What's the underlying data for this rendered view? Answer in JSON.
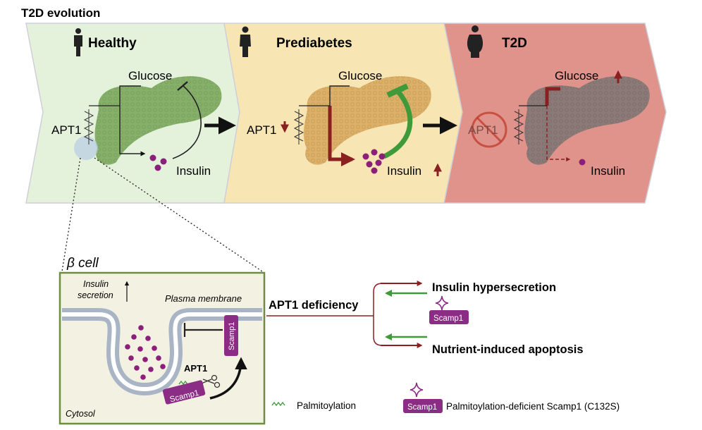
{
  "figure_title": "T2D evolution",
  "stages": [
    {
      "name": "Healthy",
      "glucose": "Glucose",
      "apt1": "APT1",
      "insulin": "Insulin"
    },
    {
      "name": "Prediabetes",
      "glucose": "Glucose",
      "apt1": "APT1",
      "insulin": "Insulin"
    },
    {
      "name": "T2D",
      "glucose": "Glucose",
      "apt1": "APT1",
      "insulin": "Insulin"
    }
  ],
  "beta_cell": {
    "title": "β cell",
    "insulin_secretion": [
      "Insulin",
      "secretion"
    ],
    "plasma_membrane": "Plasma membrane",
    "cytosol": "Cytosol",
    "scamp1": "Scamp1",
    "apt1": "APT1"
  },
  "deficiency": {
    "label": "APT1 deficiency",
    "outcome_1": "Insulin hypersecretion",
    "outcome_2": "Nutrient-induced apoptosis",
    "scamp1": "Scamp1"
  },
  "legend": {
    "palmitoylation": "Palmitoylation",
    "scamp1_chip": "Scamp1",
    "scamp1_mutant": "Palmitoylation-deficient Scamp1 (C132S)"
  },
  "colors": {
    "healthy_bg": "#e4f2dc",
    "prediabetes_bg": "#f7e6b4",
    "t2d_bg": "#e0938a",
    "pancreas_healthy": "#86b06a",
    "pancreas_prediabetes": "#ddb068",
    "pancreas_t2d": "#8b7a78",
    "dark_red": "#8b2020",
    "green_arrow": "#3f9a3a",
    "insulin_purple": "#8b1f7a",
    "scamp1_purple": "#8b2d84"
  },
  "icons": [
    "person-icon",
    "no-symbol-icon",
    "scissors-icon",
    "star-icon",
    "wavy-line-icon"
  ]
}
